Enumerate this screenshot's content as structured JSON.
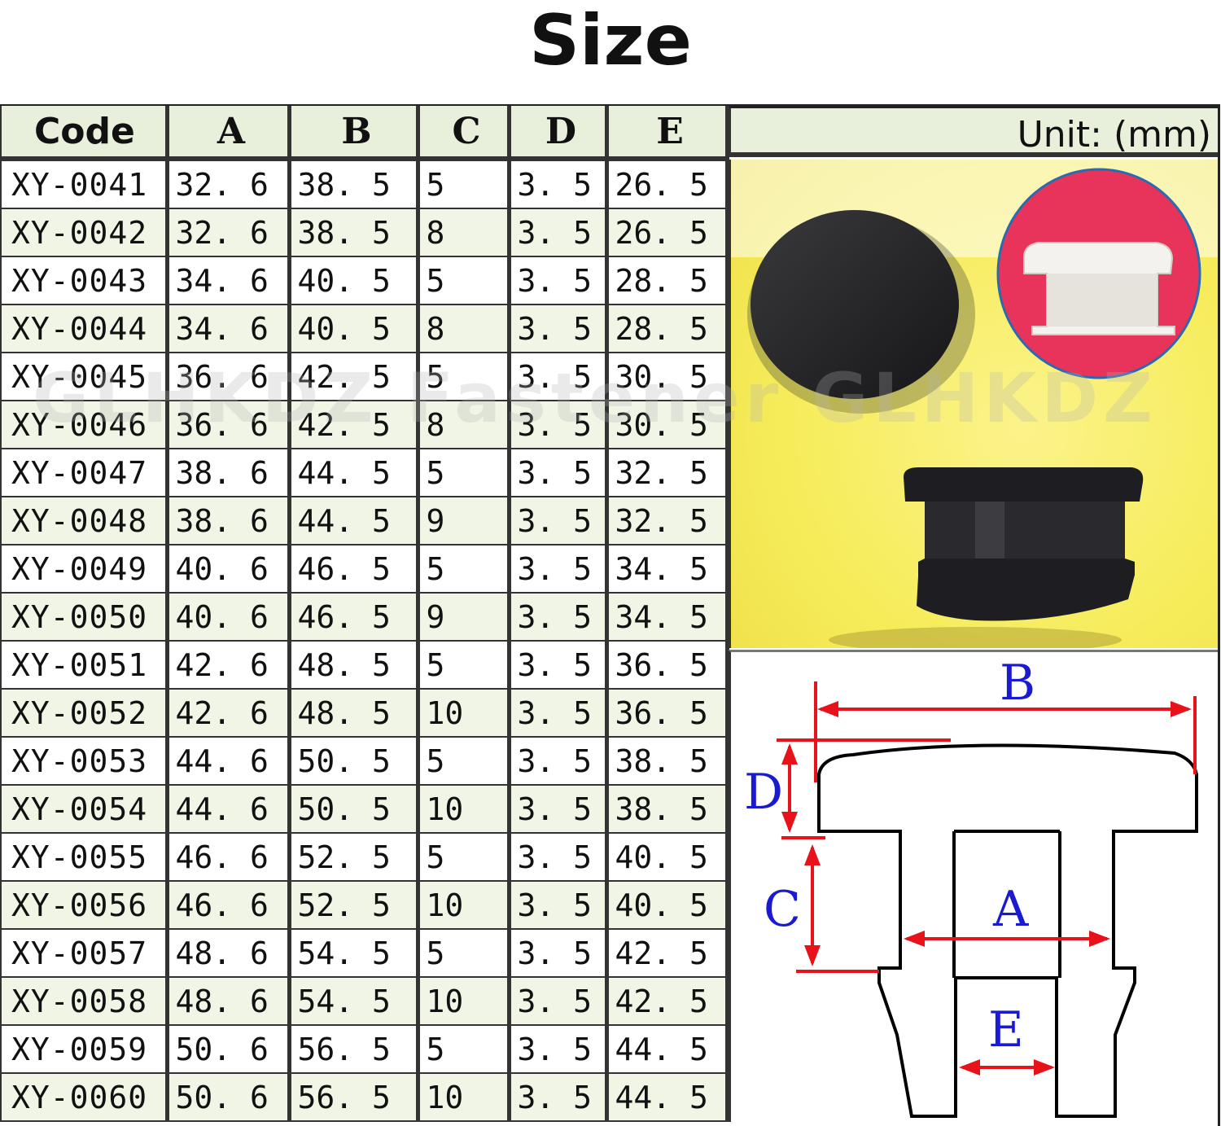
{
  "title": "Size",
  "unit_label": "Unit: (mm)",
  "watermark": "GLHKDZ Fastener   GLHKDZ",
  "table": {
    "headers": [
      "Code",
      "A",
      "B",
      "C",
      "D",
      "E"
    ],
    "rows": [
      [
        "XY-0041",
        "32. 6",
        "38. 5",
        "5",
        "3. 5",
        "26. 5"
      ],
      [
        "XY-0042",
        "32. 6",
        "38. 5",
        "8",
        "3. 5",
        "26. 5"
      ],
      [
        "XY-0043",
        "34. 6",
        "40. 5",
        "5",
        "3. 5",
        "28. 5"
      ],
      [
        "XY-0044",
        "34. 6",
        "40. 5",
        "8",
        "3. 5",
        "28. 5"
      ],
      [
        "XY-0045",
        "36. 6",
        "42. 5",
        "5",
        "3. 5",
        "30. 5"
      ],
      [
        "XY-0046",
        "36. 6",
        "42. 5",
        "8",
        "3. 5",
        "30. 5"
      ],
      [
        "XY-0047",
        "38. 6",
        "44. 5",
        "5",
        "3. 5",
        "32. 5"
      ],
      [
        "XY-0048",
        "38. 6",
        "44. 5",
        "9",
        "3. 5",
        "32. 5"
      ],
      [
        "XY-0049",
        "40. 6",
        "46. 5",
        "5",
        "3. 5",
        "34. 5"
      ],
      [
        "XY-0050",
        "40. 6",
        "46. 5",
        "9",
        "3. 5",
        "34. 5"
      ],
      [
        "XY-0051",
        "42. 6",
        "48. 5",
        "5",
        "3. 5",
        "36. 5"
      ],
      [
        "XY-0052",
        "42. 6",
        "48. 5",
        "10",
        "3. 5",
        "36. 5"
      ],
      [
        "XY-0053",
        "44. 6",
        "50. 5",
        "5",
        "3. 5",
        "38. 5"
      ],
      [
        "XY-0054",
        "44. 6",
        "50. 5",
        "10",
        "3. 5",
        "38. 5"
      ],
      [
        "XY-0055",
        "46. 6",
        "52. 5",
        "5",
        "3. 5",
        "40. 5"
      ],
      [
        "XY-0056",
        "46. 6",
        "52. 5",
        "10",
        "3. 5",
        "40. 5"
      ],
      [
        "XY-0057",
        "48. 6",
        "54. 5",
        "5",
        "3. 5",
        "42. 5"
      ],
      [
        "XY-0058",
        "48. 6",
        "54. 5",
        "10",
        "3. 5",
        "42. 5"
      ],
      [
        "XY-0059",
        "50. 6",
        "56. 5",
        "5",
        "3. 5",
        "44. 5"
      ],
      [
        "XY-0060",
        "50. 6",
        "56. 5",
        "10",
        "3. 5",
        "44. 5"
      ]
    ]
  },
  "diagram": {
    "labels": {
      "B": "B",
      "D": "D",
      "C": "C",
      "A": "A",
      "E": "E"
    },
    "dimension_color": "#e8121a",
    "label_color": "#1a1ad0"
  },
  "photo": {
    "background_color": "#f6ec5a",
    "inset_color": "#e8345a",
    "plug_dark_color": "#1e1e22",
    "plug_white_color": "#f4f2ee"
  }
}
